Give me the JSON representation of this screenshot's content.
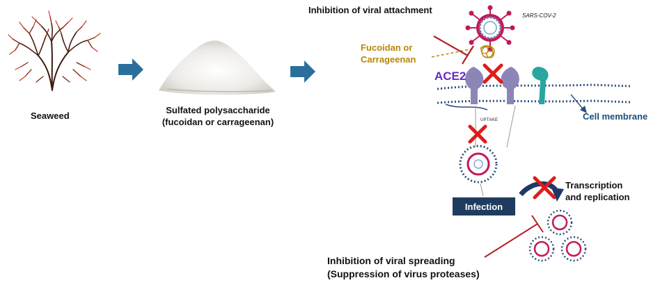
{
  "seaweed": {
    "label": "Seaweed"
  },
  "powder": {
    "line1": "Sulfated polysaccharide",
    "line2": "(fucoidan or carrageenan)"
  },
  "inhibition_attachment": "Inhibition of viral attachment",
  "virus_label": "SARS-COV-2",
  "fucoidan_label": {
    "line1": "Fucoidan or",
    "line2": "Carrageenan"
  },
  "ace2_label": "ACE2",
  "cell_membrane_label": "Cell membrane",
  "uptake_label": "UPTAKE",
  "infection_label": "Infection",
  "transcription_label": {
    "line1": "Transcription",
    "line2": "and replication"
  },
  "inhibition_spreading": {
    "line1": "Inhibition of viral spreading",
    "line2": "(Suppression of virus proteases)"
  },
  "colors": {
    "arrow_blue": "#2a6f9c",
    "inhibitor_red": "#b3202a",
    "cross_red": "#e01b1b",
    "ace2_purple": "#6a2bbf",
    "virus_magenta": "#c2185b",
    "receptor_grey": "#8c86b8",
    "membrane_blue": "#2a4f7a",
    "infection_box": "#1f3c5f",
    "gold": "#b8860b"
  }
}
